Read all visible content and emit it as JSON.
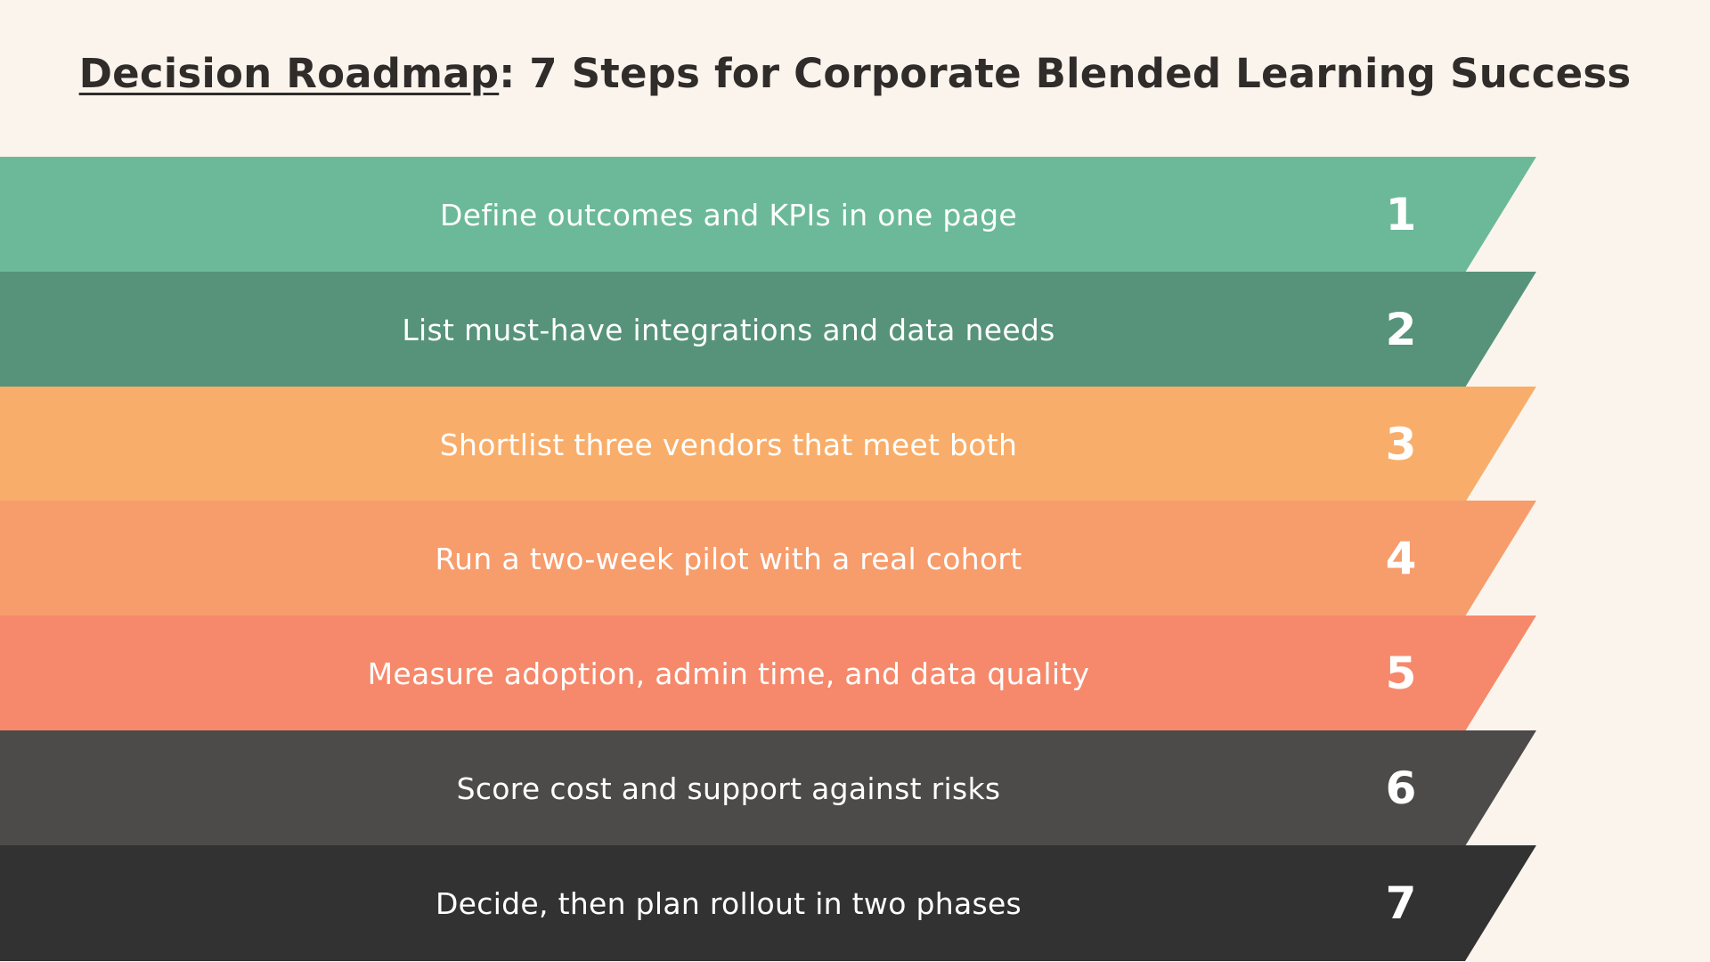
{
  "title": {
    "underlined": "Decision Roadmap",
    "rest": ": 7 Steps for Corporate Blended Learning Success"
  },
  "background_color": "#fbf4ed",
  "steps": [
    {
      "number": "1",
      "label": "Define outcomes and KPIs in one page",
      "color": "#6bb998"
    },
    {
      "number": "2",
      "label": "List must-have integrations and data needs",
      "color": "#56937a"
    },
    {
      "number": "3",
      "label": "Shortlist three vendors that meet both",
      "color": "#f8ae6a"
    },
    {
      "number": "4",
      "label": "Run a two-week pilot with a real cohort",
      "color": "#f79c6b"
    },
    {
      "number": "5",
      "label": "Measure adoption, admin time, and data quality",
      "color": "#f6896b"
    },
    {
      "number": "6",
      "label": "Score cost and support against risks",
      "color": "#4c4b4a"
    },
    {
      "number": "7",
      "label": "Decide, then plan rollout in two phases",
      "color": "#333232"
    }
  ]
}
